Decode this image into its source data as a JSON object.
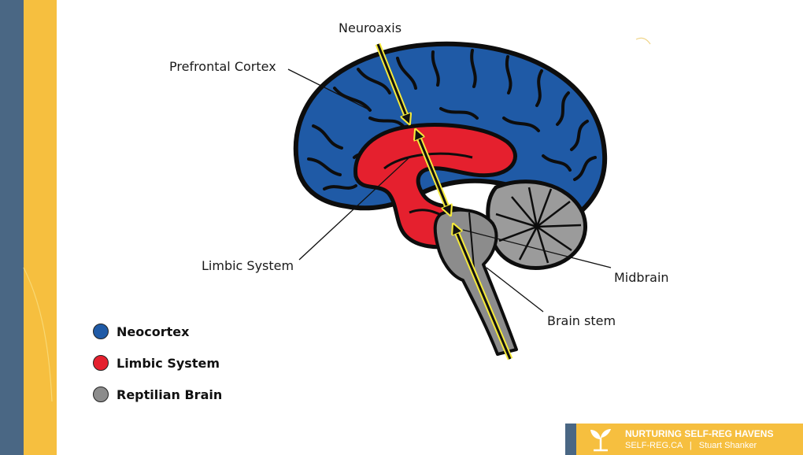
{
  "labels": {
    "neuroaxis": "Neuroaxis",
    "prefrontal_cortex": "Prefrontal Cortex",
    "limbic_system": "Limbic System",
    "midbrain": "Midbrain",
    "brain_stem": "Brain stem"
  },
  "legend": [
    {
      "label": "Neocortex",
      "color": "#1f5aa6"
    },
    {
      "label": "Limbic System",
      "color": "#e5202e"
    },
    {
      "label": "Reptilian Brain",
      "color": "#8c8c8c"
    }
  ],
  "footer": {
    "title": "NURTURING SELF-REG HAVENS",
    "site": "SELF-REG.CA",
    "separator": "|",
    "author": "Stuart Shanker"
  },
  "colors": {
    "neocortex": "#1f5aa6",
    "limbic": "#e5202e",
    "reptilian": "#8c8c8c",
    "neuroaxis": "#f5ea3a",
    "slate": "#4a6784",
    "gold": "#f6bf3f"
  }
}
